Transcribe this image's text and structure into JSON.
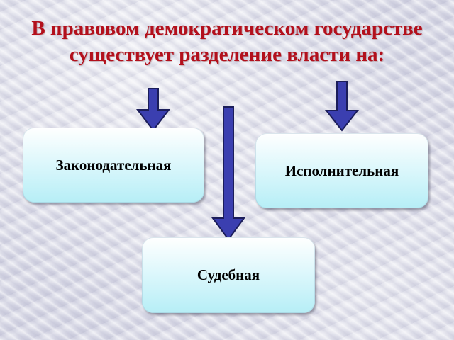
{
  "slide": {
    "title": "В правовом демократическом государстве существует разделение власти на:"
  },
  "branches": {
    "legislative": "Законодательная",
    "executive": "Исполнительная",
    "judicial": "Судебная"
  },
  "colors": {
    "title": "#b3101c",
    "arrow_fill": "#3b3fb0",
    "arrow_outline": "#1b1d5a",
    "box_fill_top": "#ffffff",
    "box_fill_bottom": "#b6eef6"
  }
}
